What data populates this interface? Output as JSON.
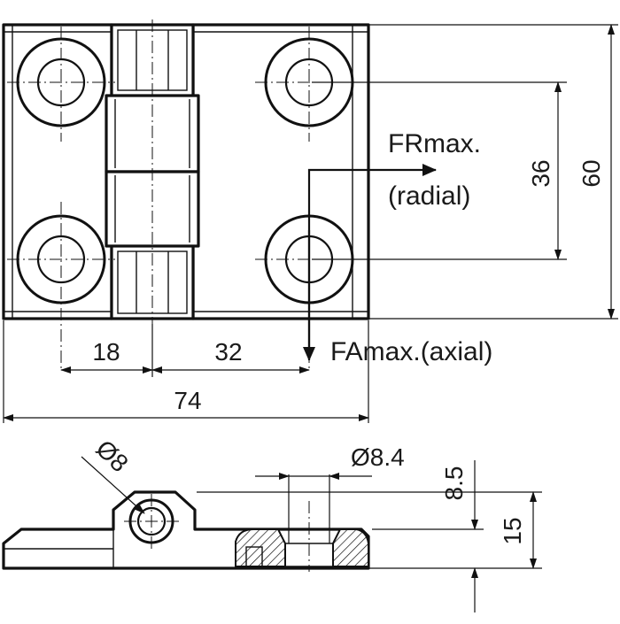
{
  "dimensions": {
    "pitch_left": "18",
    "pitch_holes": "32",
    "overall_width": "74",
    "hole_spacing_vertical": "36",
    "overall_height": "60",
    "pin_diameter": "Ø8",
    "hole_diameter": "Ø8.4",
    "plate_offset": "8.5",
    "overall_thickness": "15"
  },
  "forces": {
    "radial_label": "FRmax.",
    "radial_sublabel": "(radial)",
    "axial_label": "FAmax.(axial)"
  }
}
